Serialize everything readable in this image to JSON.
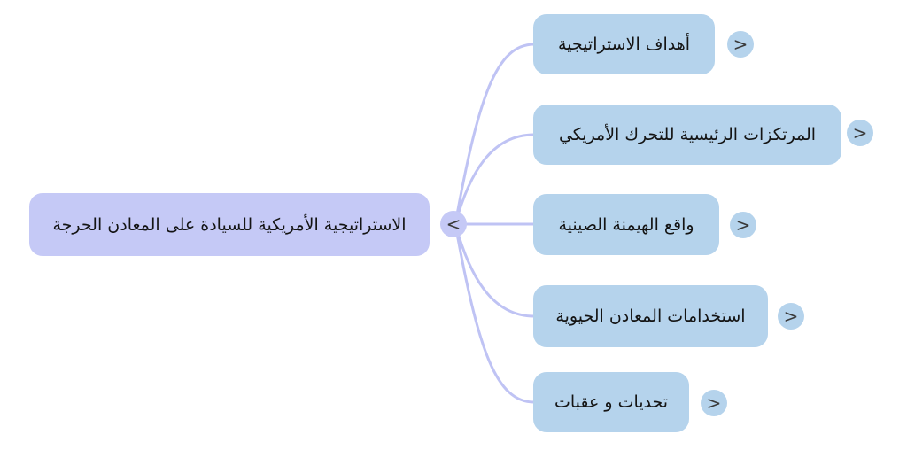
{
  "colors": {
    "root_fill": "#c5c9f6",
    "child_fill": "#b5d3ec",
    "line": "#bfc3f4",
    "text": "#141414",
    "chevron": "#3a3a3a"
  },
  "root": {
    "label": "الاستراتيجية الأمريكية للسيادة على المعادن الحرجة",
    "collapse_glyph": "<"
  },
  "children": [
    {
      "label": "أهداف الاستراتيجية",
      "expand_glyph": ">"
    },
    {
      "label": "المرتكزات الرئيسية للتحرك الأمريكي",
      "expand_glyph": ">"
    },
    {
      "label": "واقع الهيمنة الصينية",
      "expand_glyph": ">"
    },
    {
      "label": "استخدامات المعادن الحيوية",
      "expand_glyph": ">"
    },
    {
      "label": "تحديات و عقبات",
      "expand_glyph": ">"
    }
  ]
}
